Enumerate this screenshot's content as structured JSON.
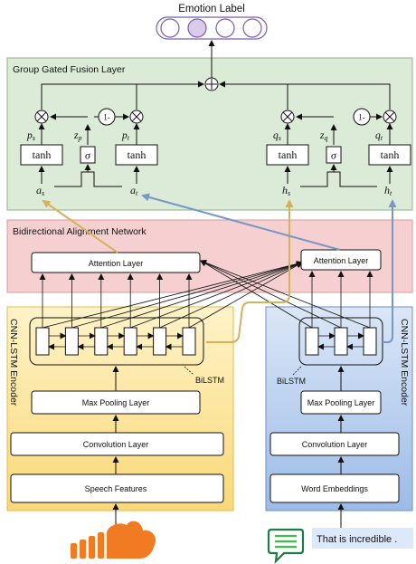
{
  "output": {
    "title": "Emotion Label",
    "circle_count": 4,
    "highlighted_index": 1
  },
  "fusion": {
    "title": "Group Gated Fusion Layer",
    "tanh": "tanh",
    "sigma": "σ",
    "one_minus": "1-",
    "p_s": "p",
    "p_s_sub": "s",
    "z_p": "z",
    "z_p_sub": "p",
    "p_t": "p",
    "p_t_sub": "t",
    "q_s": "q",
    "q_s_sub": "s",
    "z_q": "z",
    "z_q_sub": "q",
    "q_t": "q",
    "q_t_sub": "t",
    "a_s": "a",
    "a_s_sub": "s",
    "a_t": "a",
    "a_t_sub": "t",
    "h_s": "h",
    "h_s_sub": "s",
    "h_t": "h",
    "h_t_sub": "t"
  },
  "alignment": {
    "title": "Bidirectional Alignment Network",
    "left_attention": "Attention Layer",
    "right_attention": "Attention Layer"
  },
  "speech_encoder": {
    "title": "CNN-LSTM Encoder",
    "bilstm": "BiLSTM",
    "max_pooling": "Max Pooling Layer",
    "convolution": "Convolution Layer",
    "input": "Speech Features",
    "cell_count": 6
  },
  "text_encoder": {
    "title": "CNN-LSTM Encoder",
    "bilstm": "BiLSTM",
    "max_pooling": "Max Pooling Layer",
    "convolution": "Convolution Layer",
    "input": "Word Embeddings",
    "cell_count": 3
  },
  "inputs": {
    "text_sample": "That is incredible ."
  },
  "colors": {
    "fusion_bg": "#dcebd7",
    "alignment_bg": "#f6d0d0",
    "speech_bg": "#fbe49e",
    "text_bg": "#b9cfee",
    "gold_arrow": "#d4b25a",
    "blue_arrow": "#7897c4",
    "output_circle": "#d9cbe9",
    "cloud": "#f07b22",
    "chat_icon": "#1f7a4a",
    "chat_lines": "#3fbf4a"
  }
}
